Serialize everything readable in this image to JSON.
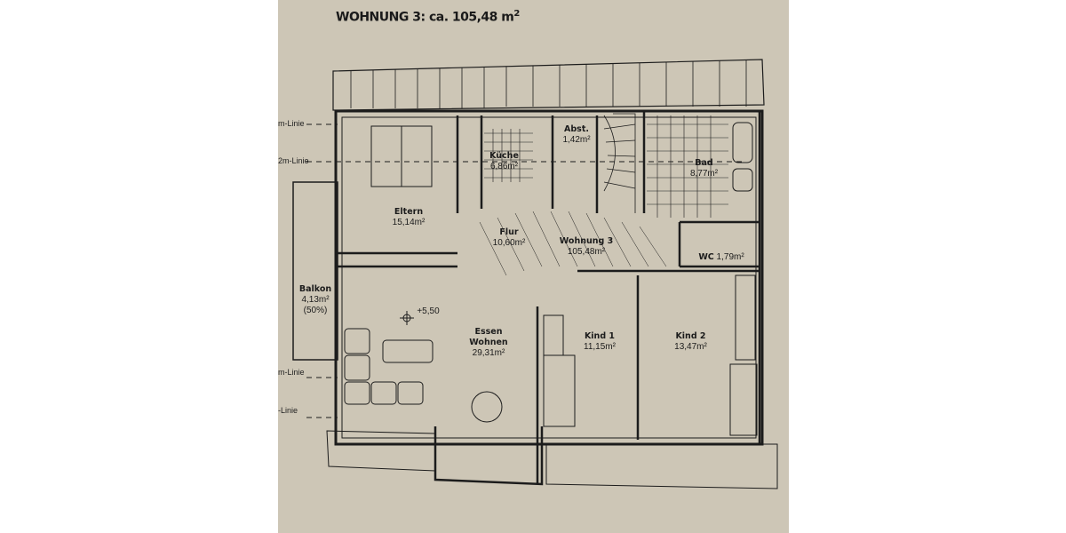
{
  "title": {
    "text": "WOHNUNG 3:  ca.  105,48 m",
    "sup": "2"
  },
  "rooms": [
    {
      "id": "eltern",
      "name": "Eltern",
      "area": "15,14m²"
    },
    {
      "id": "kueche",
      "name": "Küche",
      "area": "6,86m²"
    },
    {
      "id": "abst",
      "name": "Abst.",
      "area": "1,42m²"
    },
    {
      "id": "bad",
      "name": "Bad",
      "area": "8,77m²"
    },
    {
      "id": "wc",
      "name": "WC",
      "area": "1,79m²"
    },
    {
      "id": "flur",
      "name": "Flur",
      "area": "10,60m²"
    },
    {
      "id": "wohnung",
      "name": "Wohnung 3",
      "area": "105,48m²"
    },
    {
      "id": "balkon",
      "name": "Balkon",
      "area": "4,13m²",
      "note": "(50%)"
    },
    {
      "id": "essen",
      "name": "Essen",
      "name2": "Wohnen",
      "area": "29,31m²"
    },
    {
      "id": "kind1",
      "name": "Kind 1",
      "area": "11,15m²"
    },
    {
      "id": "kind2",
      "name": "Kind 2",
      "area": "13,47m²"
    }
  ],
  "elevation": "+5,50",
  "linie_labels": [
    "m-Linie",
    "2m-Linie",
    "m-Linie",
    "-Linie"
  ],
  "colors": {
    "paper": "#cdc6b6",
    "ink": "#1c1c1c"
  }
}
